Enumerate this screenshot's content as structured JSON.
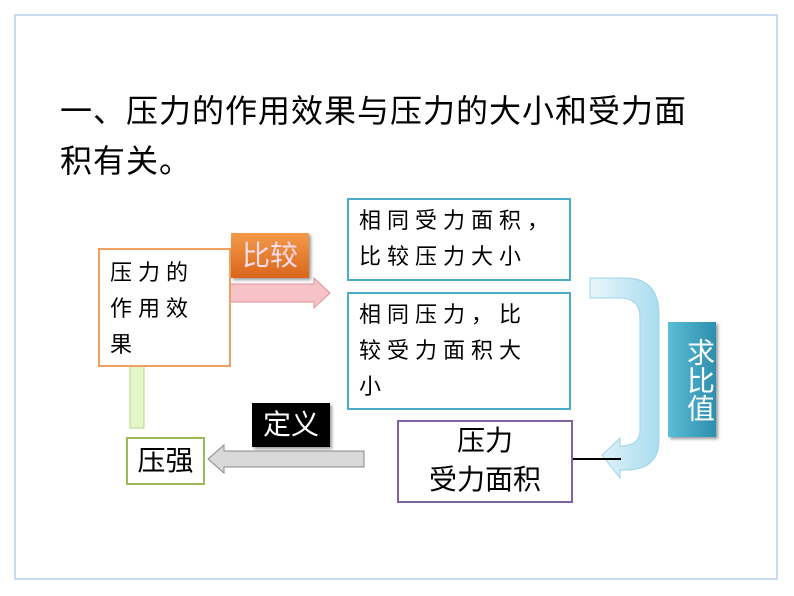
{
  "title": {
    "line1": "一、压力的作用效果与压力的大小和受力面",
    "line2": "积有关。"
  },
  "effect_box": {
    "line1": "压力的",
    "line2": "作用效",
    "line3": "果"
  },
  "compare_label": "比较",
  "box_same_area": {
    "line1": "相同受力面积，",
    "line2": "比较压力大小"
  },
  "box_same_force": {
    "line1": "相同压力，比",
    "line2": "较受力面积大",
    "line3": "小"
  },
  "ratio_label": "求比值",
  "fraction": {
    "numerator": "压力",
    "denominator": "受力面积"
  },
  "definition_label": "定义",
  "pressure_box": "压强",
  "colors": {
    "orange": "#e87722",
    "teal": "#4bacc6",
    "purple": "#8064a2",
    "green": "#9bbb59"
  }
}
